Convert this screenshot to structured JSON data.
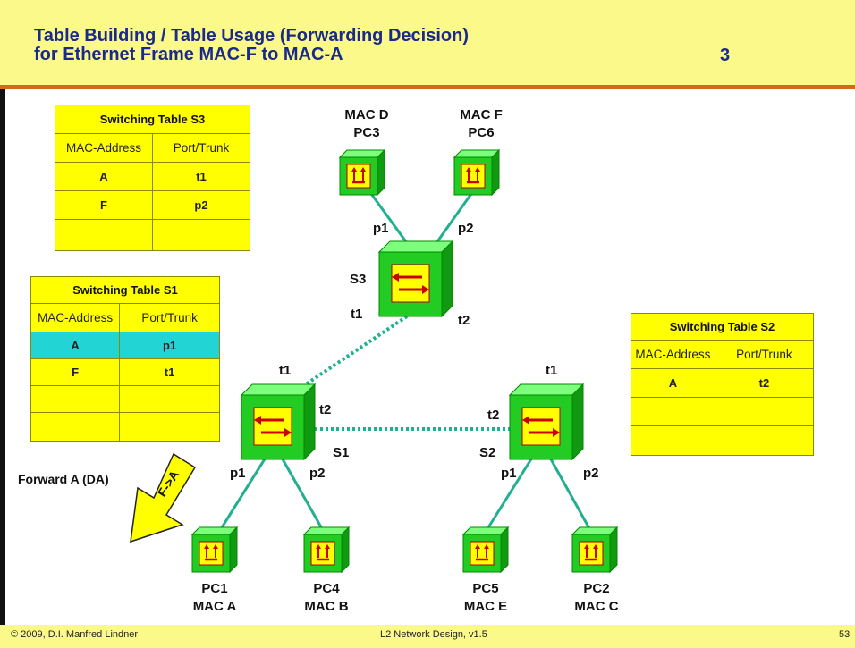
{
  "title_line1": "Table Building / Table Usage (Forwarding Decision)",
  "title_line2": "for Ethernet Frame MAC-F to MAC-A",
  "slide_step": "3",
  "footer": {
    "copyright": "© 2009, D.I. Manfred Lindner",
    "course": "L2 Network Design, v1.5",
    "page": "53"
  },
  "tables": {
    "s3": {
      "caption": "Switching Table S3",
      "col1": "MAC-Address",
      "col2": "Port/Trunk",
      "rows": [
        {
          "mac": "A",
          "port": "t1"
        },
        {
          "mac": "F",
          "port": "p2"
        },
        {
          "mac": "",
          "port": ""
        }
      ]
    },
    "s1": {
      "caption": "Switching Table S1",
      "col1": "MAC-Address",
      "col2": "Port/Trunk",
      "rows": [
        {
          "mac": "A",
          "port": "p1"
        },
        {
          "mac": "F",
          "port": "t1"
        },
        {
          "mac": "",
          "port": ""
        },
        {
          "mac": "",
          "port": ""
        }
      ]
    },
    "s2": {
      "caption": "Switching Table S2",
      "col1": "MAC-Address",
      "col2": "Port/Trunk",
      "rows": [
        {
          "mac": "A",
          "port": "t2"
        },
        {
          "mac": "",
          "port": ""
        },
        {
          "mac": "",
          "port": ""
        }
      ]
    }
  },
  "nodes": {
    "pc3": {
      "mac": "MAC D",
      "name": "PC3"
    },
    "pc6": {
      "mac": "MAC F",
      "name": "PC6"
    },
    "pc1": {
      "name": "PC1",
      "mac": "MAC A"
    },
    "pc4": {
      "name": "PC4",
      "mac": "MAC B"
    },
    "pc5": {
      "name": "PC5",
      "mac": "MAC E"
    },
    "pc2": {
      "name": "PC2",
      "mac": "MAC C"
    },
    "s3": "S3",
    "s1": "S1",
    "s2": "S2"
  },
  "ports": {
    "s3_p1": "p1",
    "s3_p2": "p2",
    "s3_t1": "t1",
    "s3_t2": "t2",
    "s1_t1": "t1",
    "s1_t2": "t2",
    "s1_p1": "p1",
    "s1_p2": "p2",
    "s2_t1": "t1",
    "s2_t2": "t2",
    "s2_p1": "p1",
    "s2_p2": "p2"
  },
  "forward_label": "Forward A (DA)",
  "arrow_label": "F->A",
  "colors": {
    "header_bg": "#fbf98a",
    "rule": "#d9661e",
    "title": "#1a2a8a",
    "device_green": "#22cc22",
    "table_yellow": "#ffff00",
    "highlight": "#22d4d4",
    "link": "#20b090"
  }
}
